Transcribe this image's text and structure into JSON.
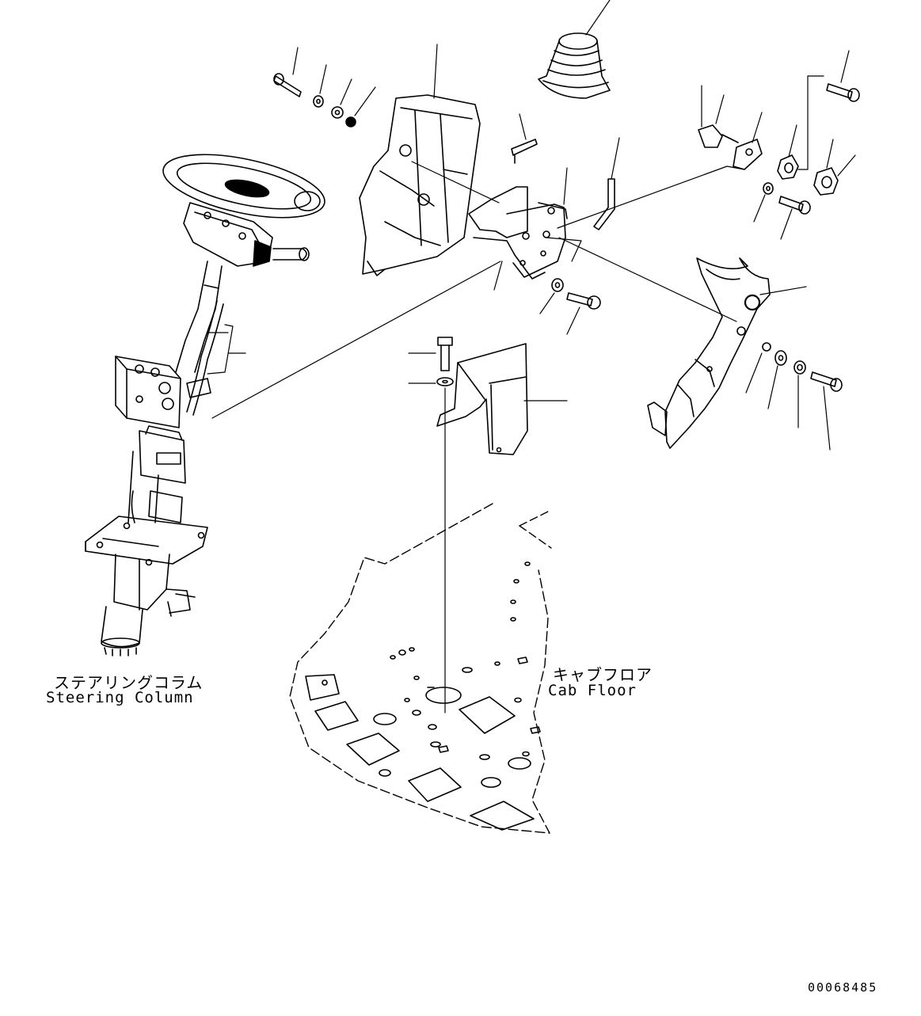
{
  "labels": {
    "steering_jp": "ステアリングコラム",
    "steering_en": "Steering Column",
    "floor_jp": "キャブフロア",
    "floor_en": "Cab Floor"
  },
  "document_number": "00068485"
}
